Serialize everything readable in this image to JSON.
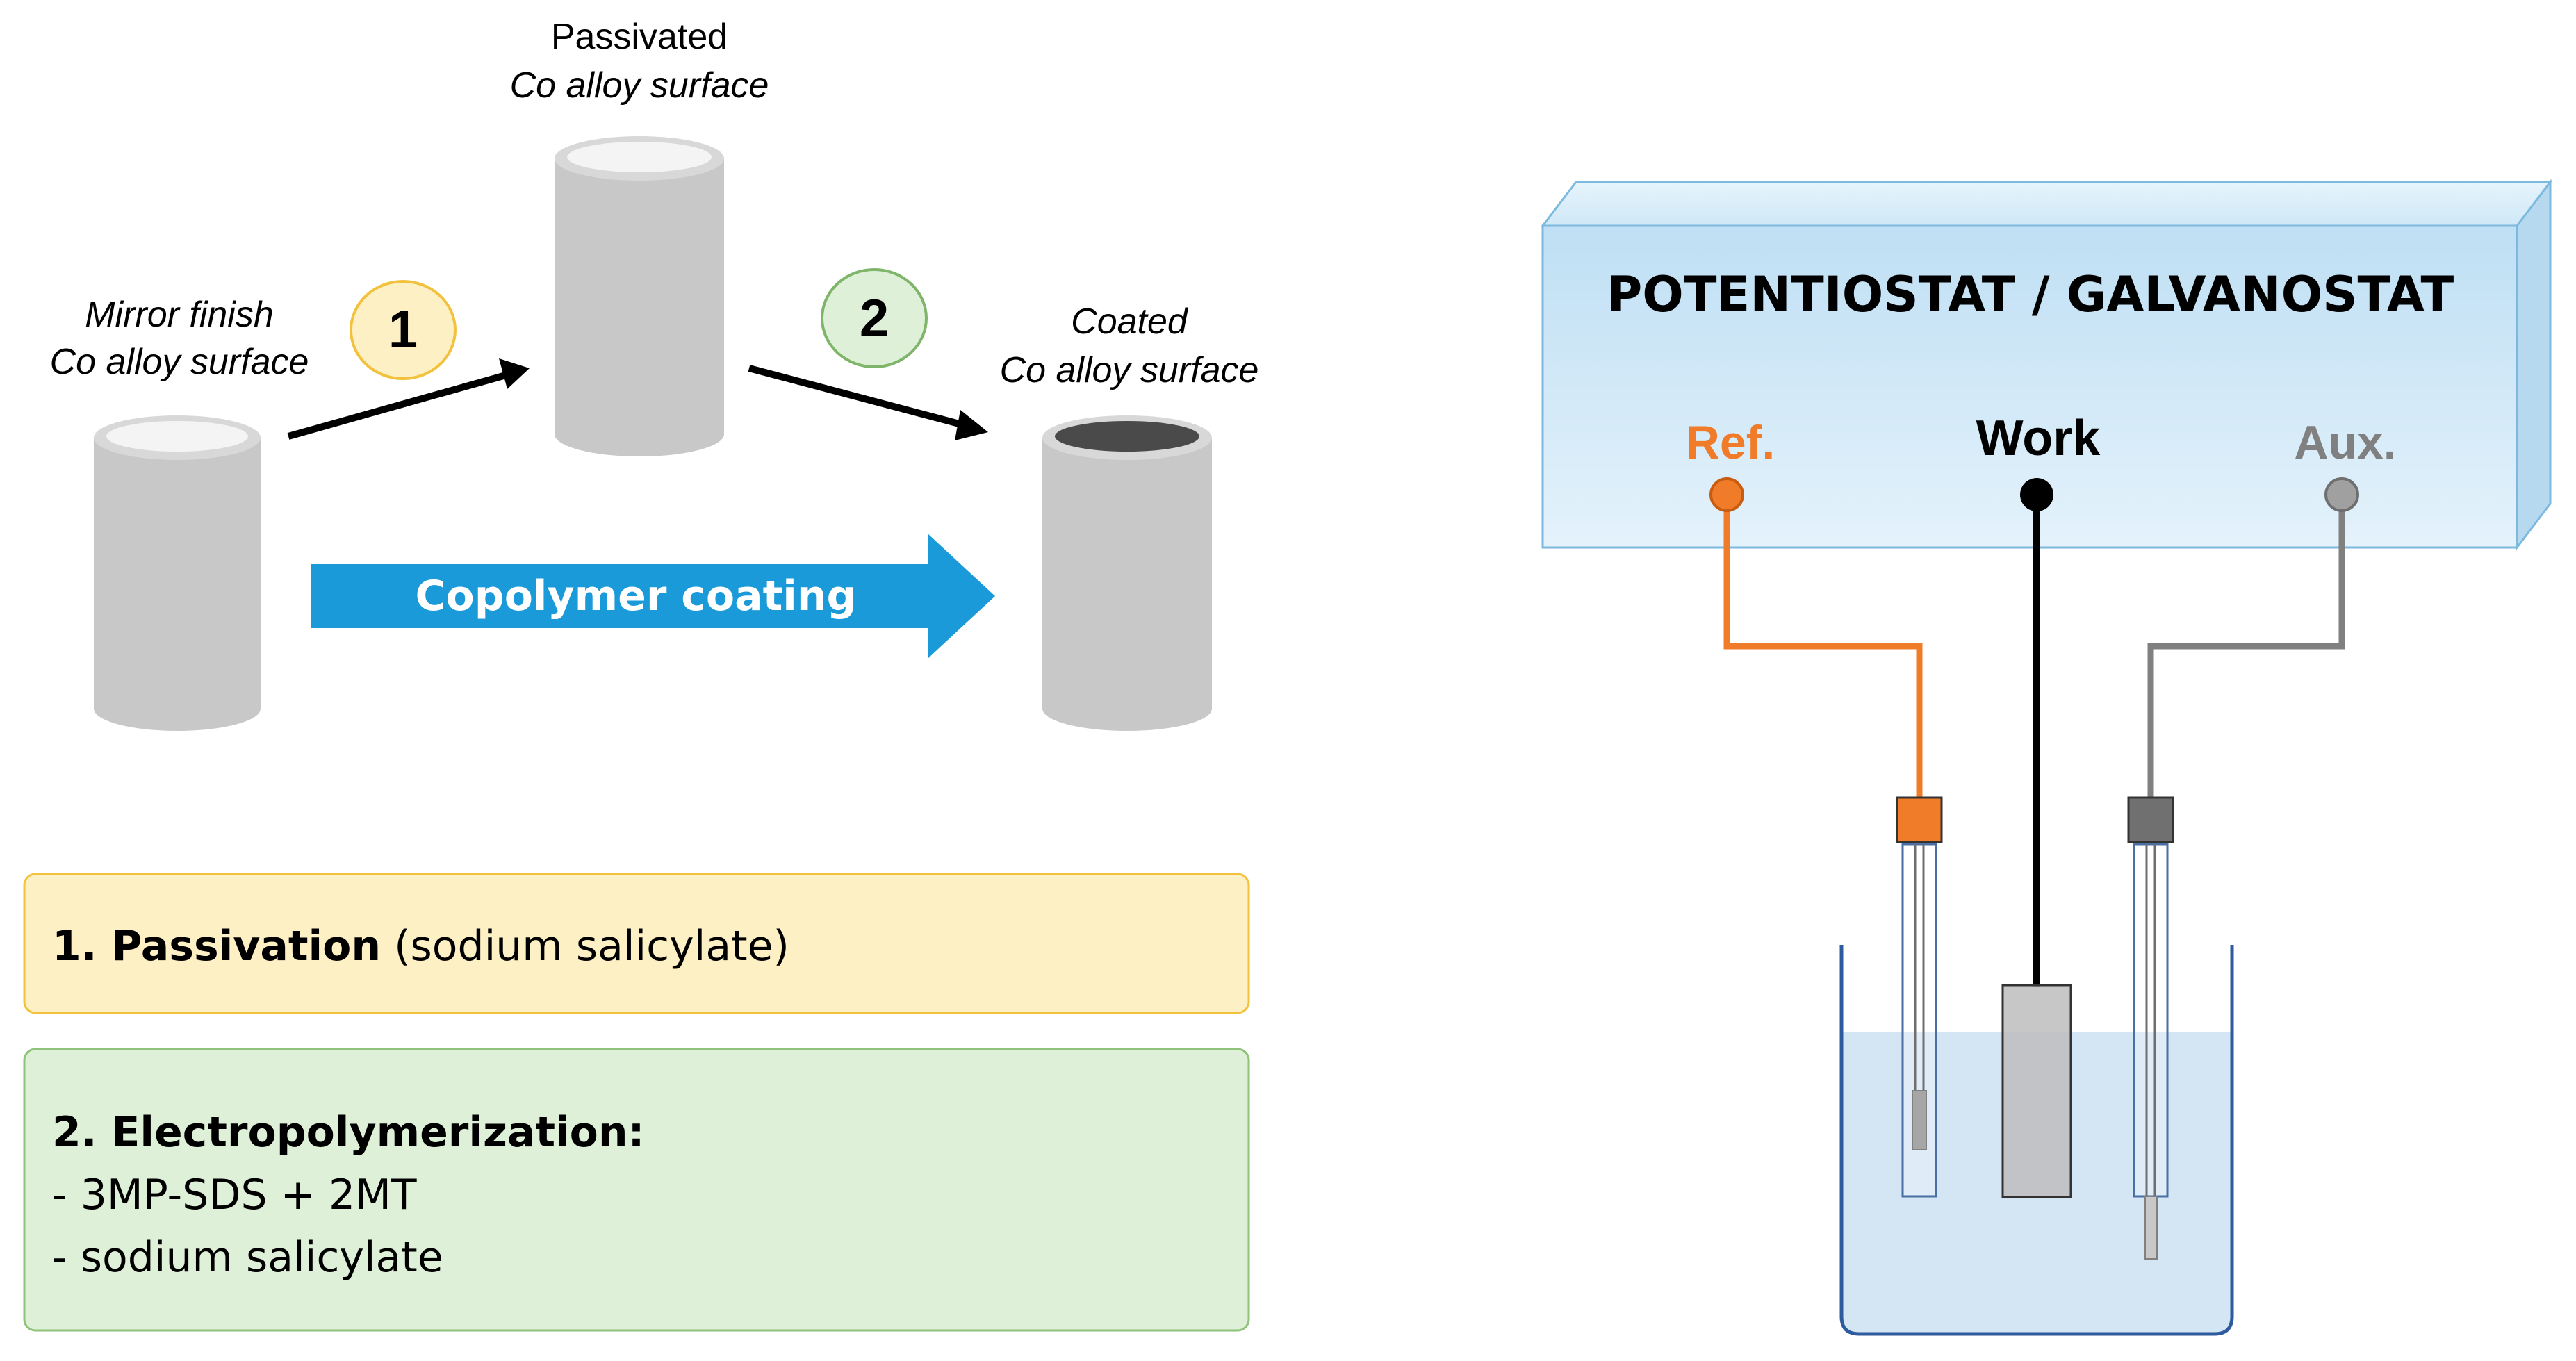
{
  "left_panel": {
    "cylinder_mirror": {
      "label_line1": "Mirror finish",
      "label_line2": "Co  alloy surface"
    },
    "cylinder_passivated": {
      "label_line1": "Passivated",
      "label_line2": "Co alloy surface"
    },
    "cylinder_coated": {
      "label_line1": "Coated",
      "label_line2": "Co  alloy surface"
    },
    "step1_badge": "1",
    "step2_badge": "2",
    "big_arrow_label": "Copolymer coating",
    "passivation_box": {
      "bold": "1. Passivation",
      "normal": " (sodium salicylate)"
    },
    "electropolymerization_box": {
      "title": "2. Electropolymerization:",
      "items": [
        "- 3MP-SDS + 2MT",
        "- sodium salicylate"
      ]
    }
  },
  "right_panel": {
    "instrument_title": "POTENTIOSTAT / GALVANOSTAT",
    "terminals": {
      "ref": "Ref.",
      "work": "Work",
      "aux": "Aux."
    }
  },
  "colors": {
    "ref": "#f07c2a",
    "work": "#000000",
    "aux": "#808080",
    "step1_fill": "#fdf0c4",
    "step1_stroke": "#f2c23e",
    "step2_fill": "#dff0d8",
    "step2_stroke": "#7fb56a",
    "big_arrow": "#1a9ad8",
    "instrument_fill": "#d6ebf8",
    "electrolyte": "#cfe2f3"
  }
}
